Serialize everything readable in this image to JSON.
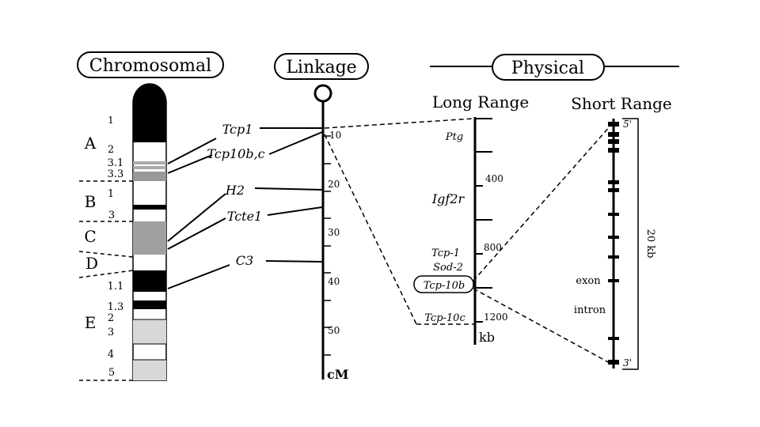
{
  "headers": {
    "chromosomal": "Chromosomal",
    "linkage": "Linkage",
    "physical": "Physical",
    "long_range": "Long Range",
    "short_range": "Short Range"
  },
  "chromosome": {
    "regions": [
      "A",
      "B",
      "C",
      "D",
      "E"
    ],
    "bands": [
      "1",
      "2",
      "3.1",
      "3.3",
      "1",
      "3",
      "1.1",
      "1.3",
      "2",
      "3",
      "4",
      "5"
    ]
  },
  "linkage": {
    "ticks": [
      "10",
      "20",
      "30",
      "40",
      "50"
    ],
    "unit": "cM",
    "genes": [
      "Tcp1",
      "Tcp10b,c",
      "H2",
      "Tcte1",
      "C3"
    ]
  },
  "long_range": {
    "genes": [
      "Ptg",
      "Igf2r",
      "Tcp-1",
      "Sod-2",
      "Tcp-10b",
      "Tcp-10c"
    ],
    "ticks": [
      "400",
      "800",
      "1200"
    ],
    "unit": "kb"
  },
  "short_range": {
    "end_top": "5'",
    "end_bottom": "3'",
    "exon_label": "exon",
    "intron_label": "intron",
    "scale": "20 kb"
  }
}
